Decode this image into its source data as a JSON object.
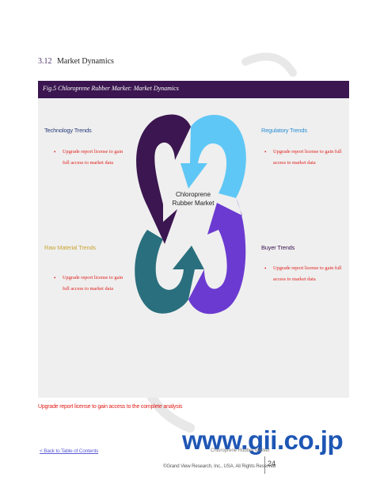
{
  "section": {
    "number": "3.12",
    "title": "Market Dynamics"
  },
  "figure": {
    "title": "Fig.5 Chloroprene Rubber Market: Market Dynamics"
  },
  "diagram": {
    "center_label_line1": "Chloroprene",
    "center_label_line2": "Rubber Market",
    "colors": {
      "dark_purple": "#3b1650",
      "light_blue": "#5fc7f5",
      "teal": "#2a6f7d",
      "violet": "#6b3ad1"
    }
  },
  "trends": {
    "technology": {
      "title": "Technology Trends",
      "color": "#2a3c7a",
      "bullet": [
        "Upgrade report license to gain",
        "full access to market data"
      ]
    },
    "regulatory": {
      "title": "Regulatory Trends",
      "color": "#2b8fd4",
      "bullet": [
        "Upgrade report license to gain full",
        "access to market data"
      ]
    },
    "raw_material": {
      "title": "Raw Material Trends",
      "color": "#c9a73a",
      "bullet": [
        "Upgrade report license to gain",
        "full access to market data"
      ]
    },
    "buyer": {
      "title": "Buyer Trends",
      "color": "#3b1650",
      "bullet": [
        "Upgrade report license to gain full",
        "access to market data"
      ]
    }
  },
  "cta": "Upgrade report license to gain access to the complete analysis",
  "footer": {
    "back_link": "< Back to Table of Contents",
    "doc_name": "Chloroprene Rubber Market",
    "copyright": "©Grand View Research, Inc., USA. All Rights Reserved",
    "page_number": "24",
    "watermark": "www.gii.co.jp"
  }
}
